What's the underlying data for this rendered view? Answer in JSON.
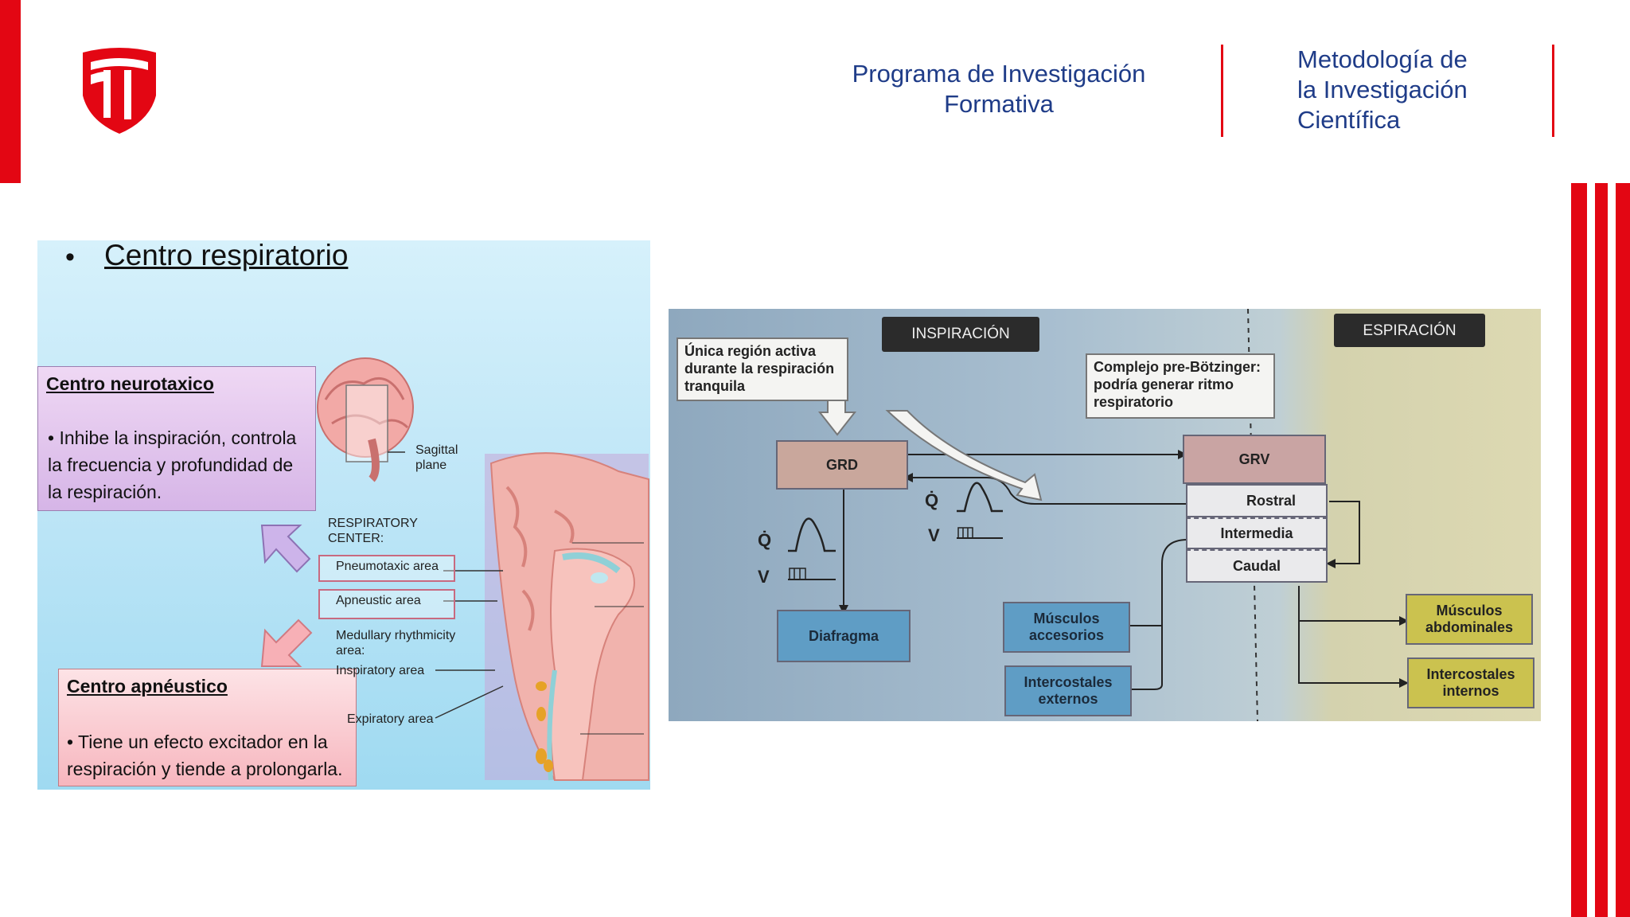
{
  "header": {
    "program_line1": "Programa de Investigación",
    "program_line2": "Formativa",
    "course_line1": "Metodología de",
    "course_line2": "la Investigación",
    "course_line3": "Científica"
  },
  "colors": {
    "brand_red": "#e30613",
    "header_text": "#1f3c88"
  },
  "left_slide": {
    "bullet": "•",
    "title": "Centro respiratorio",
    "neuro_title": "Centro neurotaxico",
    "neuro_text": "• Inhibe la inspiración, controla la frecuencia y profundidad de la respiración.",
    "apne_title": "Centro apnéustico",
    "apne_text": "• Tiene un efecto excitador en la respiración y tiende a prolongarla.",
    "sagittal_line1": "Sagittal",
    "sagittal_line2": "plane",
    "resp_center_line1": "RESPIRATORY",
    "resp_center_line2": "CENTER:",
    "pneumotaxic": "Pneumotaxic area",
    "apneustic": "Apneustic area",
    "medullary_line1": "Medullary rhythmicity",
    "medullary_line2": "area:",
    "inspiratory": "Inspiratory area",
    "expiratory": "Expiratory area"
  },
  "right_diagram": {
    "tag_insp": "INSPIRACIÓN",
    "tag_esp": "ESPIRACIÓN",
    "callout1": "Única región activa durante la respiración tranquila",
    "callout2": "Complejo pre-Bötzinger: podría generar ritmo respiratorio",
    "grd": "GRD",
    "grv": "GRV",
    "rostral": "Rostral",
    "intermedia": "Intermedia",
    "caudal": "Caudal",
    "diafragma": "Diafragma",
    "musc_acc": "Músculos accesorios",
    "inter_ext": "Intercostales externos",
    "musc_abd": "Músculos abdominales",
    "inter_int": "Intercostales internos",
    "q_label": "Q̇",
    "v_label": "V"
  }
}
